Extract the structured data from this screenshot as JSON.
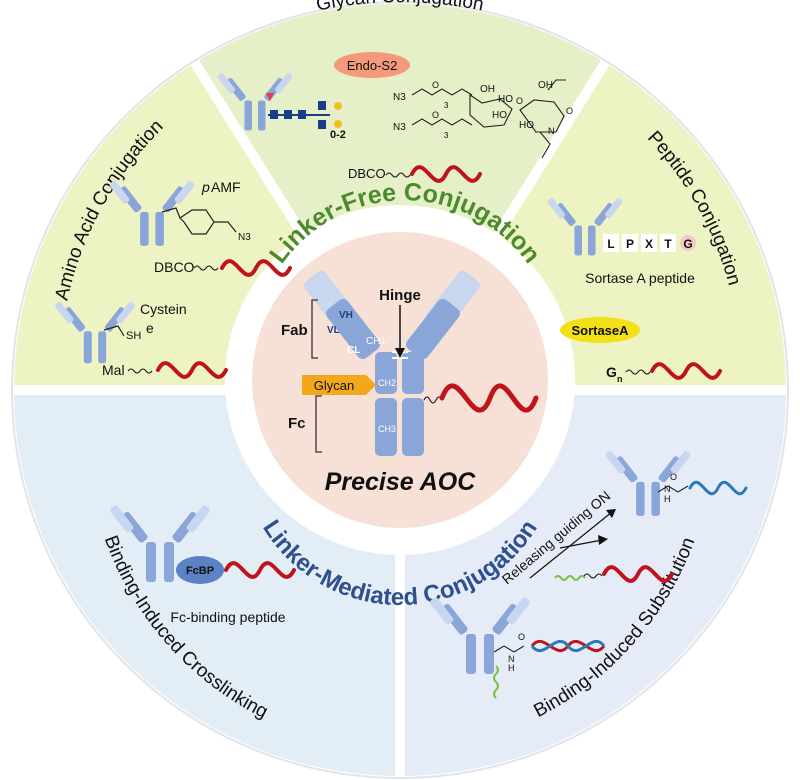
{
  "sectors": {
    "glycan": {
      "title": "Glycan Conjugation",
      "enzyme": "Endo-S2",
      "repeat": "0-2",
      "dbco": "DBCO",
      "n3a": "N3",
      "n3b": "N3",
      "sub3a": "3",
      "sub3b": "3",
      "oh1": "OH",
      "oh2": "HO",
      "oh3": "OH",
      "oh4": "HO",
      "oh5": "HO",
      "o1": "O",
      "o2": "O",
      "o3": "O",
      "o4": "O",
      "n": "N"
    },
    "peptide": {
      "title": "Peptide Conjugation",
      "seq": [
        "L",
        "P",
        "X",
        "T",
        "G"
      ],
      "caption": "Sortase A peptide",
      "enzyme": "SortaseA",
      "gn": "G",
      "gn_sub": "n"
    },
    "amino_acid": {
      "title": "Amino Acid Conjugation",
      "pamf_p": "p",
      "pamf": "AMF",
      "n3": "N3",
      "dbco": "DBCO",
      "cys1": "Cystein",
      "cys2": "e",
      "sh": "SH",
      "mal": "Mal"
    },
    "crosslinking": {
      "title": "Binding-Induced Crosslinking",
      "fcbp": "FcBP",
      "caption": "Fc-binding peptide"
    },
    "substitution": {
      "title": "Binding-Induced Substitution",
      "arrow_label": "Releasing guiding ON",
      "nh1": "H",
      "nh1n": "N",
      "o1": "O",
      "nh2": "N",
      "nh2h": "H",
      "o2": "O"
    }
  },
  "center": {
    "arc_top": "Linker-Free Conjugation",
    "arc_bottom": "Linker-Mediated Conjugation",
    "title": "Precise AOC",
    "fab": "Fab",
    "fc": "Fc",
    "hinge": "Hinge",
    "vh": "VH",
    "vl": "VL",
    "cl": "CL",
    "ch1": "CH1",
    "ch2": "CH2",
    "ch3": "CH3",
    "glycan": "Glycan"
  },
  "colors": {
    "linker_free": "#4d8a2e",
    "linker_mediated": "#2f4f8f",
    "antibody": "#8aa6d9",
    "antibody_light": "#c8d6ef",
    "rna_red": "#c0141c",
    "rna_blue": "#2b79b5",
    "enzyme_salmon": "#f29a7a",
    "sortase_yellow": "#f4e018",
    "glycan_orange": "#f2a81a",
    "fcbp_blue": "#5b82c4"
  }
}
